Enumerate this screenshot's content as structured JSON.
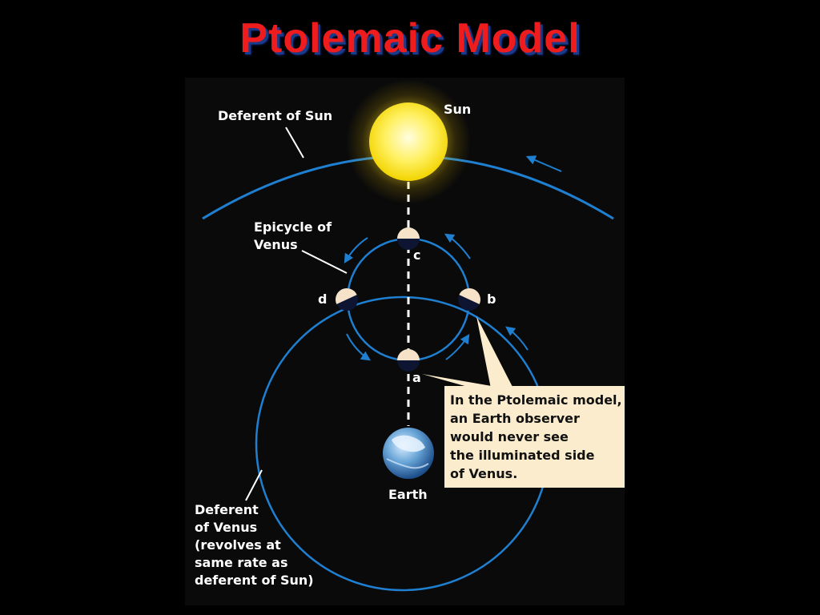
{
  "title": "Ptolemaic Model",
  "labels": {
    "deferent_sun": "Deferent of Sun",
    "sun": "Sun",
    "epicycle_line1": "Epicycle of",
    "epicycle_line2": "Venus",
    "pos_a": "a",
    "pos_b": "b",
    "pos_c": "c",
    "pos_d": "d",
    "earth": "Earth",
    "deferent_venus_lines": [
      "Deferent",
      "of Venus",
      "(revolves at",
      "same rate as",
      "deferent of Sun)"
    ]
  },
  "callout": {
    "lines": [
      "In the Ptolemaic model,",
      "an Earth observer",
      "would never see",
      "the illuminated side",
      "of Venus."
    ]
  },
  "colors": {
    "background": "#000000",
    "title": "#ee1c1c",
    "orbit": "#1f7fd0",
    "sun": "#ffe840",
    "callout_bg": "#fbeccd",
    "venus_lit": "#f5e2c8",
    "venus_dark": "#0d1533"
  }
}
